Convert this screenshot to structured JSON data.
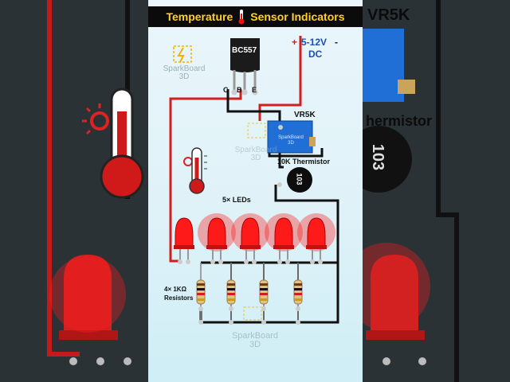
{
  "title": {
    "left": "Temperature",
    "right": "Sensor Indicators"
  },
  "brand": {
    "line1": "SparkBoard",
    "line2": "3D"
  },
  "transistor": {
    "label": "BC557",
    "pin_c": "C",
    "pin_b": "B",
    "pin_e": "E"
  },
  "power": {
    "plus": "+",
    "voltage": "5-12V",
    "dc": "DC",
    "minus": "-"
  },
  "pot": {
    "label": "VR5K",
    "chip_line1": "SparkBoard",
    "chip_line2": "3D"
  },
  "thermistor": {
    "label": "10K Thermistor",
    "code": "103"
  },
  "leds": {
    "label": "5× LEDs",
    "count": 5
  },
  "resistors": {
    "label_line1": "4× 1KΩ",
    "label_line2": "Resistors",
    "count": 4
  },
  "background": {
    "right_pot": "VR5K",
    "right_therm": "hermistor",
    "right_code": "103"
  },
  "colors": {
    "wire_red": "#d11f1f",
    "wire_black": "#111111",
    "led_red": "#ff1a1a",
    "title_yellow": "#ffd21f",
    "pot_blue": "#1f6fd6"
  }
}
